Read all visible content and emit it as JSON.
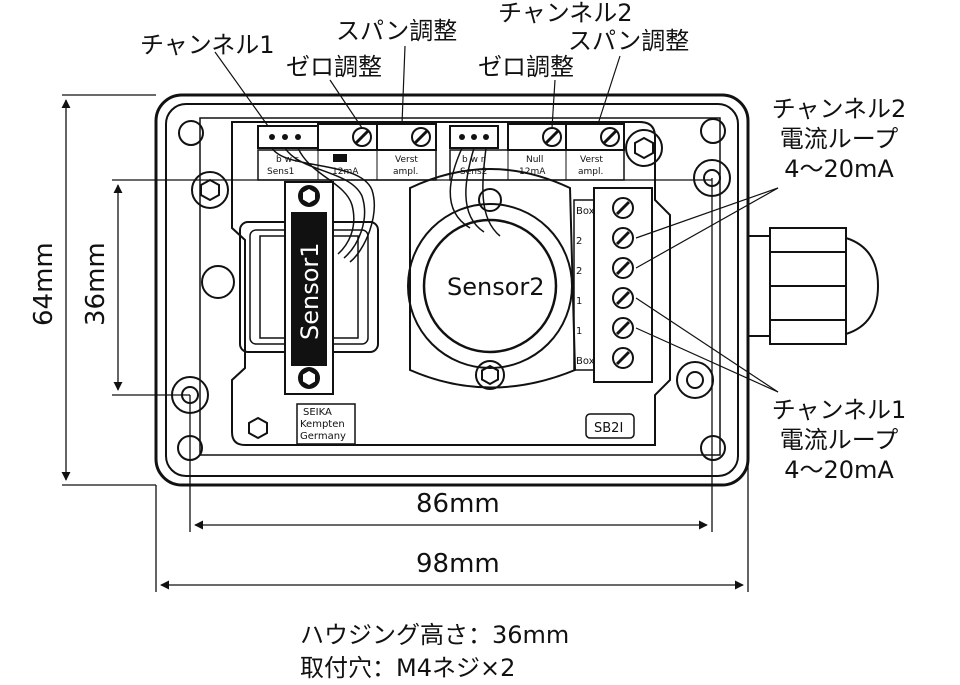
{
  "labels": {
    "ch1_title": "チャンネル1",
    "ch1_zero": "ゼロ調整",
    "ch1_span": "スパン調整",
    "ch2_title": "チャンネル2",
    "ch2_span": "スパン調整",
    "ch2_zero": "ゼロ調整",
    "ch2_loop_title": "チャンネル2",
    "ch2_loop_line2": "電流ループ",
    "ch2_loop_line3": "4～20mA",
    "ch1_loop_title": "チャンネル1",
    "ch1_loop_line2": "電流ループ",
    "ch1_loop_line3": "4～20mA"
  },
  "dimensions": {
    "height_outer": "64mm",
    "height_inner": "36mm",
    "width_inner": "86mm",
    "width_outer": "98mm"
  },
  "board": {
    "sensor1": "Sensor1",
    "sensor2": "Sensor2",
    "conn1_label_line1": "b w r",
    "conn1_label_line2": "Sens1",
    "conn1_mid_line2": "12mA",
    "conn1_verst_line1": "Verst",
    "conn1_verst_line2": "ampl.",
    "conn2_label_line1": "b w r",
    "conn2_label_line2": "Sens2",
    "conn2_null_line1": "Null",
    "conn2_null_line2": "12mA",
    "conn2_verst_line1": "Verst",
    "conn2_verst_line2": "ampl.",
    "terminal_labels": [
      "Box",
      "2",
      "2",
      "1",
      "1",
      "Box"
    ],
    "logo_line1": "SEIKA",
    "logo_line2": "Kempten",
    "logo_line3": "Germany",
    "model": "SB2I"
  },
  "notes": {
    "line1": "ハウジング高さ：36mm",
    "line2": "取付穴：M4ネジ×2"
  }
}
